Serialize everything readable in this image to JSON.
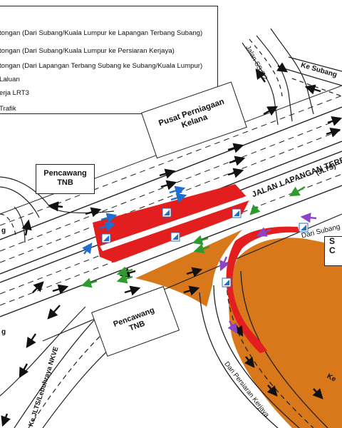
{
  "legend": {
    "items": [
      {
        "text": "tongan (Dari Subang/Kuala Lumpur ke Lapangan Terbang Subang)",
        "color": "#1f6fd0"
      },
      {
        "text": "tongan (Dari Subang/Kuala Lumpur ke Persiaran Kerjaya)",
        "color": "#2f9a2f"
      },
      {
        "text": "tongan (Dari Lapangan Terbang Subang ke Subang/Kuala Lumpur)",
        "color": "#8e44c9"
      },
      {
        "text": "Laluan",
        "color": "#111111"
      },
      {
        "text": "erja LRT3",
        "color": "#e31e1e"
      },
      {
        "text": "Trafik",
        "color": "#111111"
      }
    ]
  },
  "labels": {
    "pusat": "Pusat Perniagaan\nKelana",
    "tnb_top": "Pencawang\nTNB",
    "tnb_bottom": "Pencawang\nTNB",
    "jalan_ss72": "Jalan SS 7/2",
    "ke_subang_top": "Ke Subang",
    "jalan_lapangan": "JALAN LAPANGAN TERB",
    "jlts": "(JLTS)",
    "dari_subang": "Dari Subang",
    "dari_persiaran": "Dari Persiaran Kerjaya",
    "ke_jlts": "Ke JLTS/Lebuhraya NKVE",
    "ke_right": "Ke",
    "station_s": "S",
    "station_c": "C",
    "left_g": "g",
    "left_g2": "g"
  },
  "colors": {
    "work_zone": "#e31e1e",
    "orange_area": "#d9781b",
    "arrow_blue": "#1f6fd0",
    "arrow_green": "#2f9a2f",
    "arrow_purple": "#8e44c9",
    "road_line": "#222222"
  }
}
